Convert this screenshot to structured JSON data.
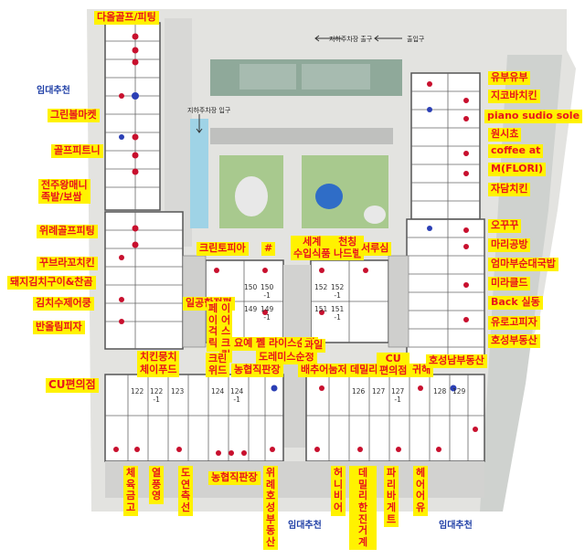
{
  "rent_marker": "임대추천",
  "signs": {
    "exit_top": "지하주차장 출구",
    "entrance_top": "출입구",
    "underground_exit": "지하주차장 입구"
  },
  "stores_left_column": [
    "다올골프/피팅",
    "그린볼마켓",
    "골프피트니",
    "전주왕매니\n족발/보쌈",
    "위례골프피팅",
    "꾸브라꼬치킨",
    "돼지김치구이&찬곰",
    "김치수제어쿵",
    "반올림피자"
  ],
  "stores_right_column": [
    "유부유부",
    "지코바치킨",
    "piano sudio sole",
    "원시쵸",
    "coffee at",
    "M(FLORI)",
    "자담치킨",
    "오꾸꾸",
    "마리공방",
    "엄마부순대국밥",
    "미라클드",
    "Back 실동",
    "유로고피자",
    "호성부동산"
  ],
  "stores_center_top": [
    "크린토피아",
    "#",
    "세계\n수입식품",
    "천칭\n나드렐",
    "서루심"
  ],
  "stores_center_mid": [
    "일공한정평",
    "치킨뭉치",
    "체이푸드",
    "페이걱릭",
    "이어스크림",
    "크린\n위드",
    "요예 쩰 라이스순정",
    "농협직판장",
    "도레미스순정",
    "과일",
    "배추어눔저",
    "데밀리",
    "CU\n편의점",
    "귀해",
    "호성남부동산"
  ],
  "store_cu_left": "CU편의점",
  "stores_bottom_vertical": [
    "체육금고",
    "열풍영",
    "도연측선",
    "위례호성부동산",
    "허니비어",
    "데밀리한진거계",
    "파리바게트",
    "헤어어유"
  ],
  "store_bottom_center": "농협직판장",
  "unit_numbers_center": [
    "150",
    "150\n-1",
    "152",
    "152\n-1",
    "149",
    "149\n-1",
    "151",
    "151\n-1"
  ],
  "unit_numbers_bottom": [
    "122",
    "122\n-1",
    "123",
    "124",
    "124\n-1",
    "126",
    "127",
    "127\n-1",
    "128",
    "129"
  ],
  "colors": {
    "label_bg": "#fff200",
    "label_text": "#e8141c",
    "rent_text": "#1f3fa6",
    "dot_red": "#c8102e",
    "dot_blue": "#2b3fb5"
  }
}
